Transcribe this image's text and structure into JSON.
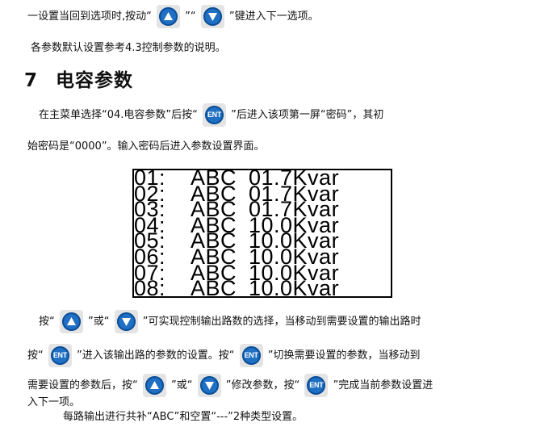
{
  "lines": {
    "l1": {
      "a": "一设置当回到选项时,按动“",
      "b": "”“",
      "c": "”键进入下一选项。"
    },
    "l2": "各参数默认设置参考4.3控制参数的说明。",
    "heading": {
      "num": "7",
      "title": "电容参数"
    },
    "l3": {
      "a": "在主菜单选择“04.电容参数”后按“",
      "b": "”后进入该项第一屏“密码”，其初"
    },
    "l4": "始密码是“0000”。输入密码后进入参数设置界面。",
    "l5": {
      "a": "按“",
      "b": "”或“",
      "c": "”可实现控制输出路数的选择，当移动到需要设置的输出路时"
    },
    "l6": {
      "a": "按“",
      "b": "”进入该输出路的参数的设置。按“",
      "c": "”切换需要设置的参数，当移动到"
    },
    "l7": {
      "a": "需要设置的参数后，按“",
      "b": "”或“",
      "c": "”修改参数，按“",
      "d": "”完成当前参数设置进"
    },
    "l8": "入下一项。",
    "l9": "每路输出进行共补“ABC”和空置“---”2种类型设置。"
  },
  "keys": {
    "ent_label": "ENT",
    "up_icon": "up-arrow-icon",
    "down_icon": "down-arrow-icon"
  },
  "lcd": {
    "rows": [
      {
        "ch": "01:",
        "name": "ABC",
        "value": "01.7Kvar"
      },
      {
        "ch": "02:",
        "name": "ABC",
        "value": "01.7Kvar"
      },
      {
        "ch": "03:",
        "name": "ABC",
        "value": "01.7Kvar"
      },
      {
        "ch": "04:",
        "name": "ABC",
        "value": "10.0Kvar"
      },
      {
        "ch": "05:",
        "name": "ABC",
        "value": "10.0Kvar"
      },
      {
        "ch": "06:",
        "name": "ABC",
        "value": "10.0Kvar"
      },
      {
        "ch": "07:",
        "name": "ABC",
        "value": "10.0Kvar"
      },
      {
        "ch": "08:",
        "name": "ABC",
        "value": "10.0Kvar"
      }
    ]
  },
  "colors": {
    "key_blue": "#1f6fc4",
    "key_bg": "#e4e4e4"
  }
}
